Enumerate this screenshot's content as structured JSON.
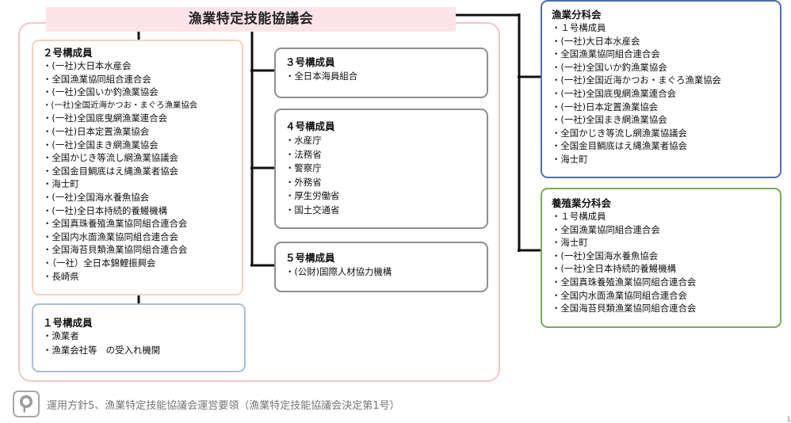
{
  "title": "漁業特定技能協議会",
  "member2": {
    "title": "２号構成員",
    "items": [
      "(一社)大日本水産会",
      "全国漁業協同組合連合会",
      "(一社)全国いか釣漁業協会",
      "(一社)全国近海かつお・まぐろ漁業協会",
      "(一社)全国底曳網漁業連合会",
      "(一社)日本定置漁業協会",
      "(一社)全国まき網漁業協会",
      "全国かじき等流し網漁業協議会",
      "全国金目鯛底はえ縄漁業者協会",
      "海士町",
      "(一社)全国海水養魚協会",
      "(一社)全日本持続的養鰻機構",
      "全国真珠養殖漁業協同組合連合会",
      "全国内水面漁業協同組合連合会",
      "全国海苔貝類漁業協同組合連合会",
      "（一社）全日本錦鯉振興会",
      "長崎県"
    ]
  },
  "member1": {
    "title": "１号構成員",
    "items": [
      "漁業者",
      "漁業会社等　の受入れ機関"
    ]
  },
  "member3": {
    "title": "３号構成員",
    "items": [
      "全日本海員組合"
    ]
  },
  "member4": {
    "title": "４号構成員",
    "items": [
      "水産庁",
      "法務省",
      "警察庁",
      "外務省",
      "厚生労働省",
      "国土交通省"
    ]
  },
  "member5": {
    "title": "５号構成員",
    "items": [
      "(公財)国際人材協力機構"
    ]
  },
  "fishery_subcommittee": {
    "title": "漁業分科会",
    "items": [
      "１号構成員",
      "(一社)大日本水産会",
      "全国漁業協同組合連合会",
      "(一社)全国いか釣漁業協会",
      "(一社)全国近海かつお・まぐろ漁業協会",
      "(一社)全国底曳網漁業連合会",
      "(一社)日本定置漁業協会",
      "(一社)全国まき網漁業協会",
      "全国かじき等流し網漁業協議会",
      "全国金目鯛底はえ縄漁業者協会",
      "海士町"
    ]
  },
  "aquaculture_subcommittee": {
    "title": "養殖業分科会",
    "items": [
      "１号構成員",
      "全国漁業協同組合連合会",
      "海士町",
      "(一社)全国海水養魚協会",
      "(一社)全日本持続的養鰻機構",
      "全国真珠養殖漁業協同組合連合会",
      "全国内水面漁業協同組合連合会",
      "全国海苔貝類漁業協同組合連合会"
    ]
  },
  "footer": {
    "icon": "pin-icon",
    "text": "運用方針5、漁業特定技能協議会運営要領（漁業特定技能協議会決定第1号）"
  },
  "page_number": "1"
}
